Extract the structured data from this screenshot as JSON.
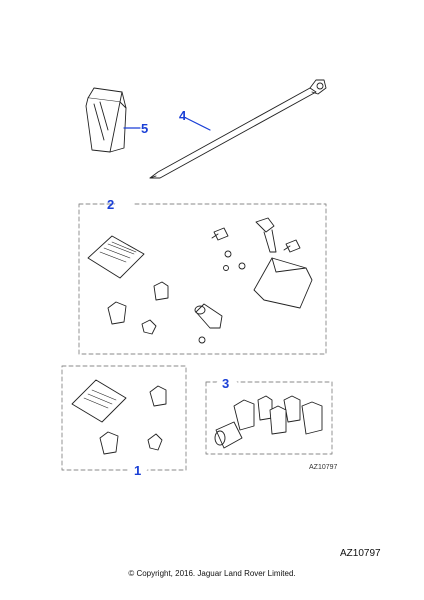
{
  "callouts": {
    "c1": "1",
    "c2": "2",
    "c3": "3",
    "c4": "4",
    "c5": "5"
  },
  "diagram_ref_small": "AZ10797",
  "diagram_ref_large": "AZ10797",
  "copyright": "© Copyright, 2016. Jaguar Land Rover Limited.",
  "colors": {
    "callout": "#1a3fd6",
    "line": "#222222",
    "dashed_box": "#888888"
  }
}
